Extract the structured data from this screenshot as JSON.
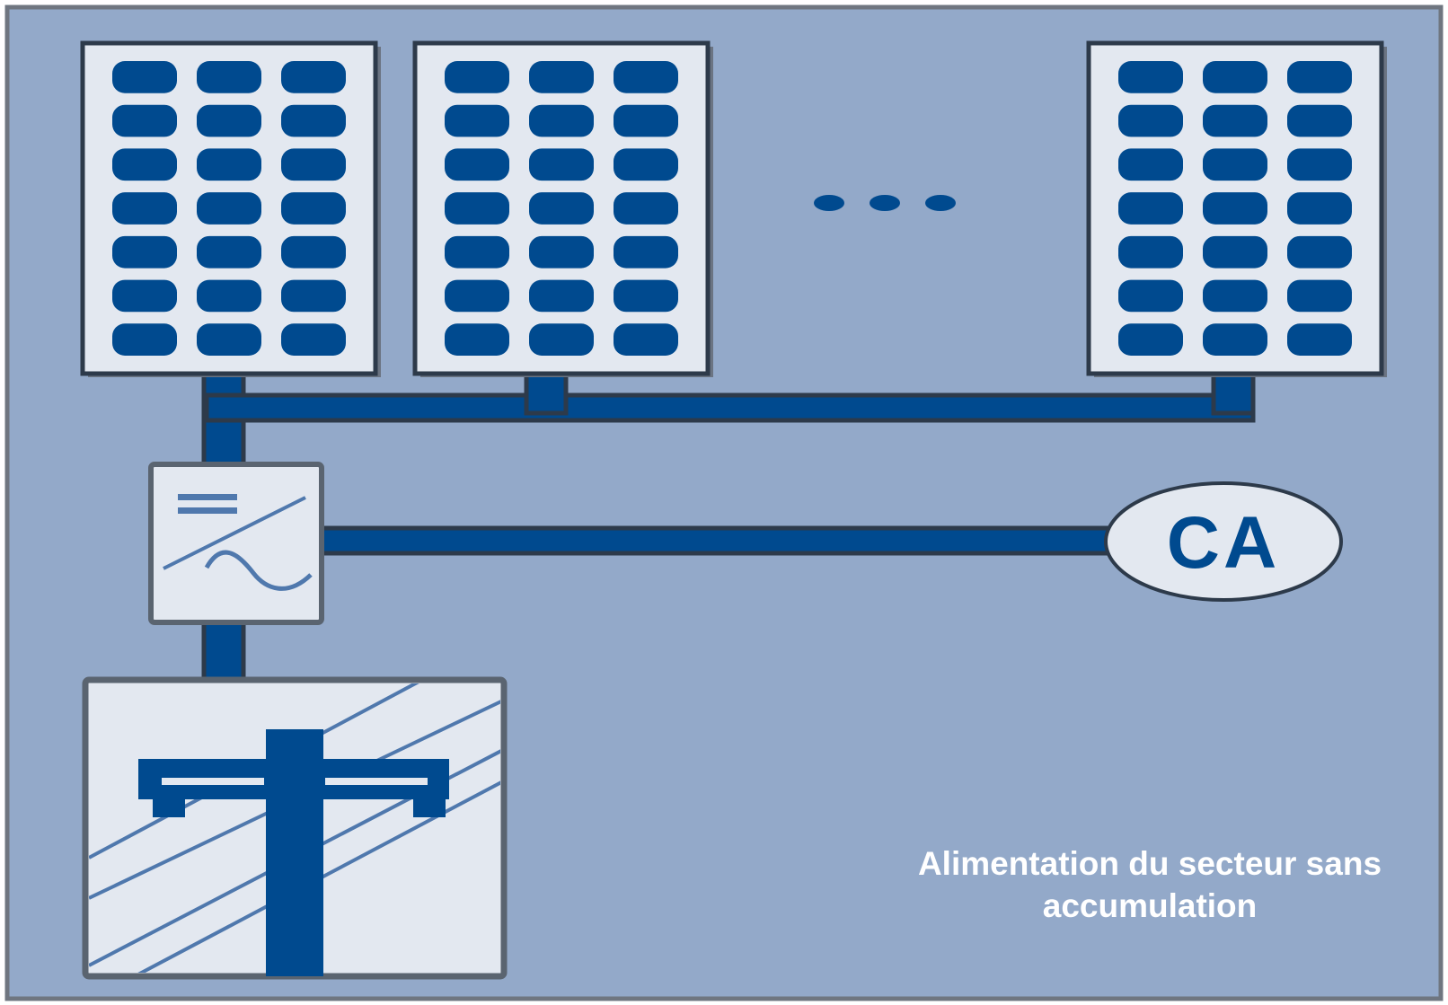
{
  "colors": {
    "background": "#93a9c9",
    "panel_fill": "#e3e8f0",
    "cell_blue": "#004a8f",
    "frame_dark": "#2d3a4a",
    "wire_blue": "#004a8f"
  },
  "panels": [
    {
      "name": "solar-panel-1",
      "rows": 7,
      "cols": 3
    },
    {
      "name": "solar-panel-2",
      "rows": 7,
      "cols": 3
    },
    {
      "name": "solar-panel-n",
      "rows": 7,
      "cols": 3
    }
  ],
  "inverter": {
    "icon": "dc-ac-inverter-icon"
  },
  "grid": {
    "icon": "utility-pole-icon"
  },
  "load": {
    "label": "CA"
  },
  "caption": {
    "line1": "Alimentation du secteur sans",
    "line2": "accumulation"
  }
}
